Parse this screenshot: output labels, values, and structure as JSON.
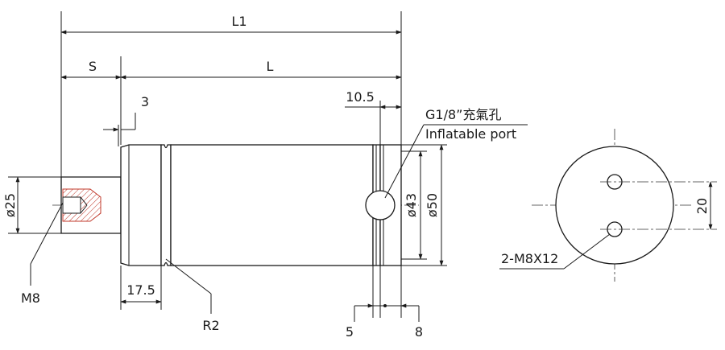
{
  "dimensions": {
    "L1": "L1",
    "S": "S",
    "L": "L",
    "d3": "3",
    "d10_5": "10.5",
    "d25": "ø25",
    "d43": "ø43",
    "d50": "ø50",
    "d17_5": "17.5",
    "d5": "5",
    "d8": "8",
    "d20": "20"
  },
  "labels": {
    "port_cn": "G1/8”充氣孔",
    "port_en": "Inflatable port",
    "thread": "M8",
    "radius": "R2",
    "holes": "2-M8X12"
  },
  "colors": {
    "line": "#1a1a1a",
    "hatch": "#c0392b"
  }
}
